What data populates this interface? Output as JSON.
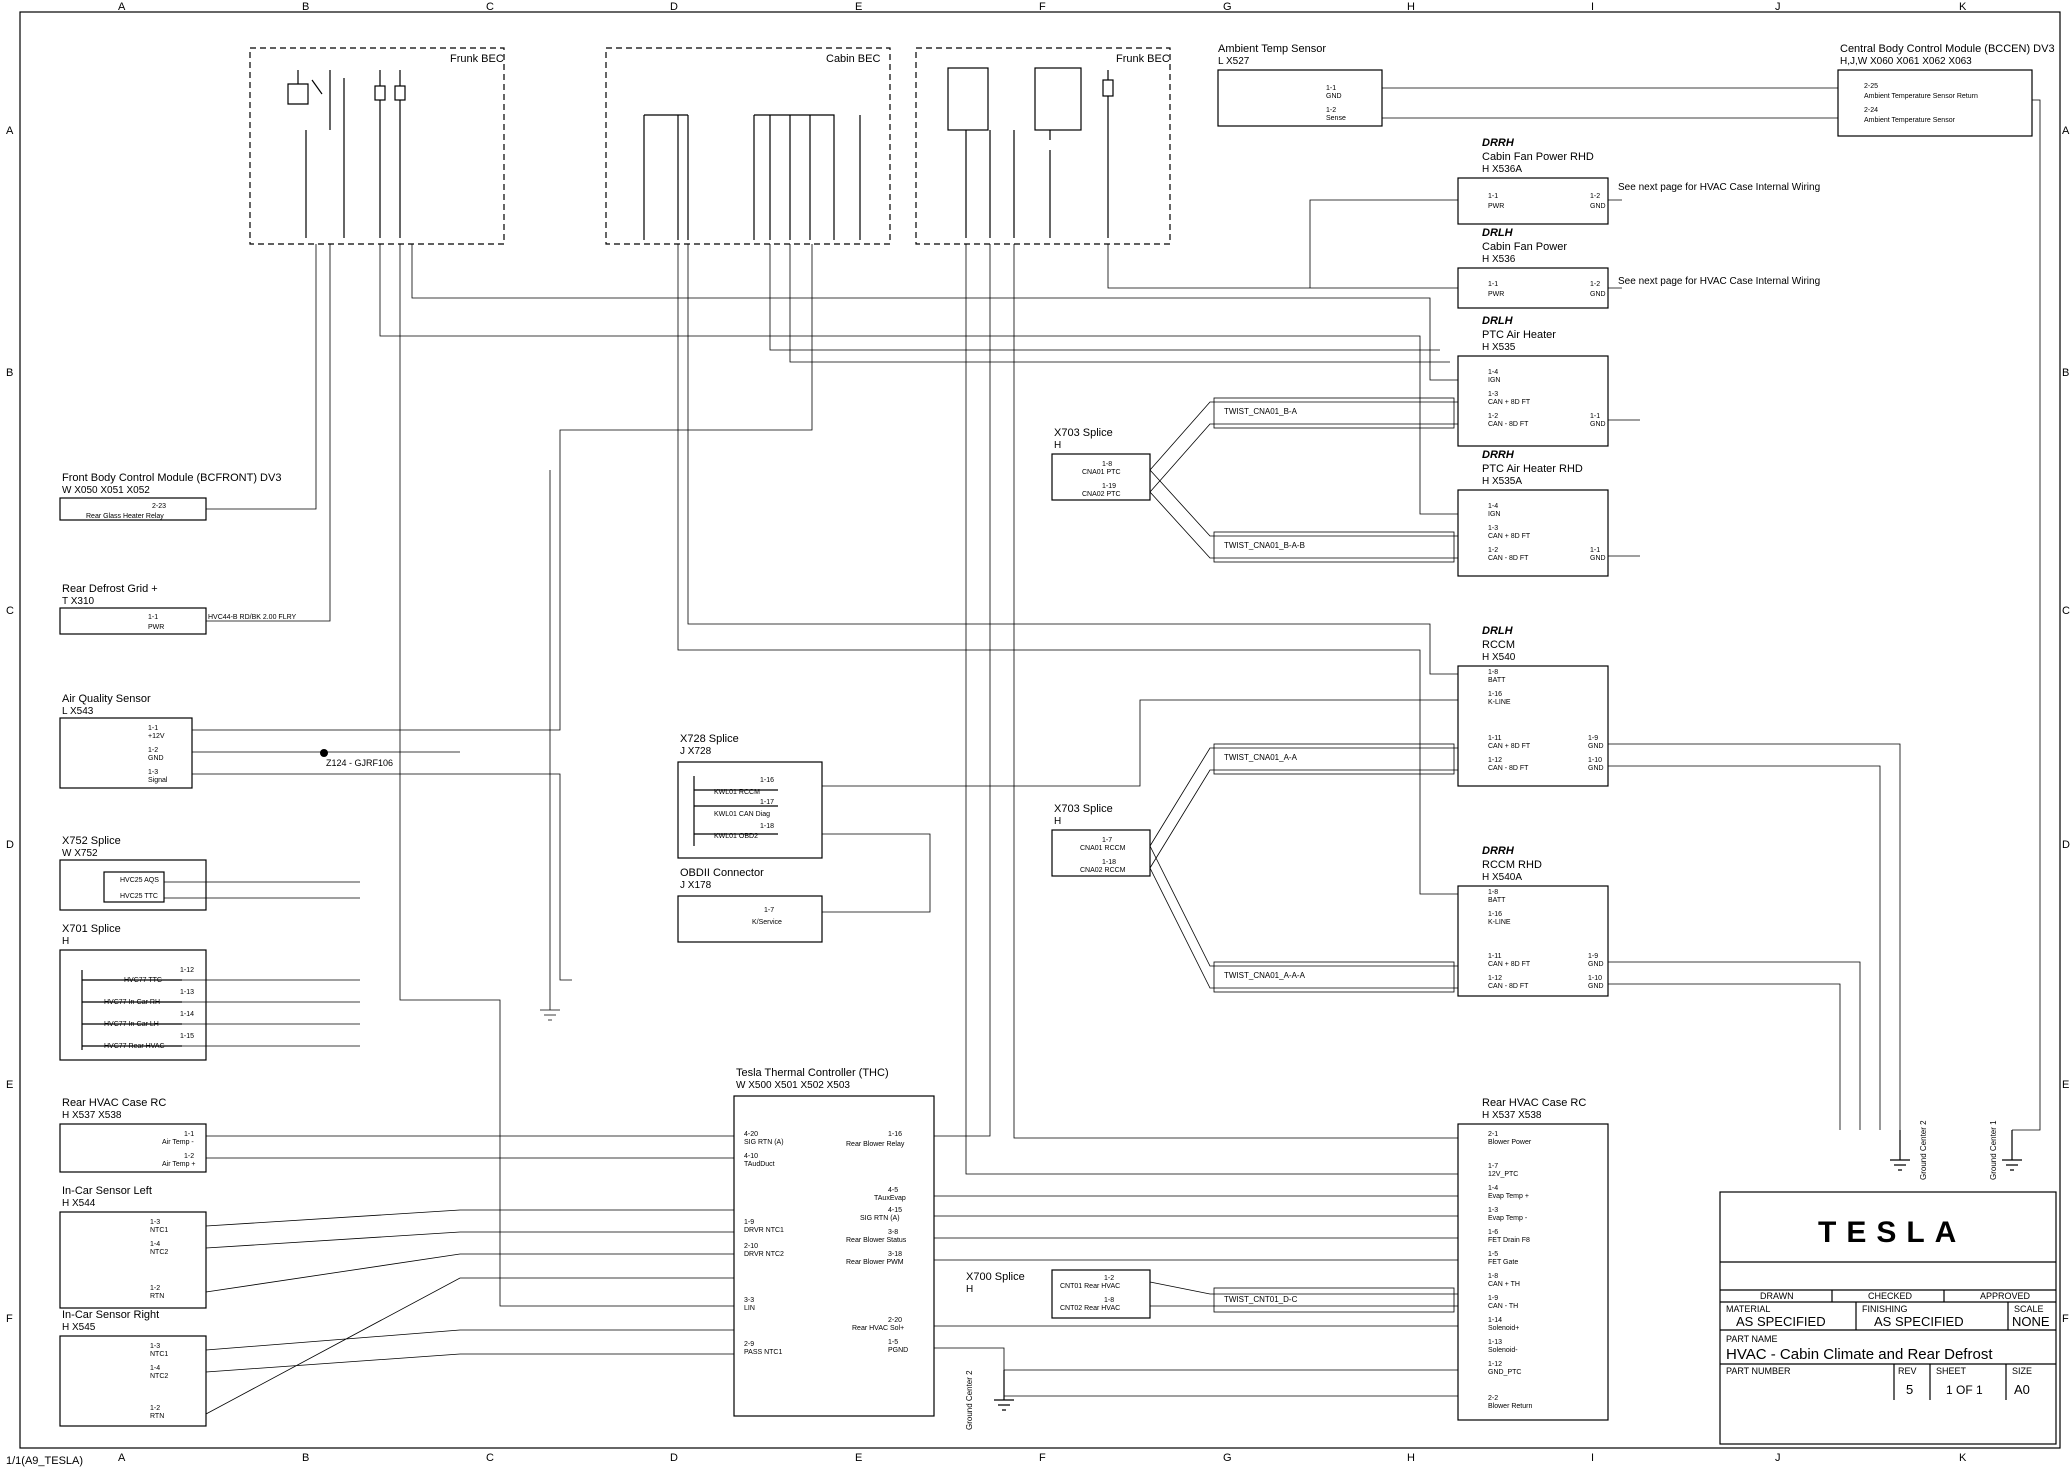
{
  "border": {
    "cols": [
      "A",
      "B",
      "C",
      "D",
      "E",
      "F",
      "G",
      "H",
      "I",
      "J",
      "K"
    ],
    "rows": [
      "A",
      "B",
      "C",
      "D",
      "E",
      "F"
    ]
  },
  "housings": {
    "frunk_bec_left": "Frunk BEC",
    "cabin_bec": "Cabin BEC",
    "frunk_bec_right": "Frunk BEC"
  },
  "left": {
    "bcfront": {
      "title": "Front Body Control Module (BCFRONT) DV3",
      "codes": "W        X050   X051   X052",
      "pin": "2-23",
      "label": "Rear Glass Heater Relay"
    },
    "defrost": {
      "title": "Rear Defrost Grid +",
      "codes": "T        X310",
      "pin": "1-1",
      "label": "PWR",
      "wire": "HVC44-B   RD/BK   2.00   FLRY"
    },
    "aq": {
      "title": "Air Quality Sensor",
      "codes": "L        X543",
      "pins": [
        "1-1",
        "1-2",
        "1-3"
      ],
      "labels": [
        "+12V",
        "GND",
        "Signal"
      ],
      "node": "Z124 - GJRF106"
    },
    "x752": {
      "title": "X752 Splice",
      "codes": "W        X752",
      "labels": [
        "HVC25 AQS",
        "HVC25 TTC"
      ]
    },
    "x701": {
      "title": "X701 Splice",
      "codes": "H",
      "pins": [
        "1-12",
        "1-13",
        "1-14",
        "1-15"
      ],
      "labels": [
        "HVC77 TTC",
        "HVC77 In-Car RH",
        "HVC77 In-Car LH",
        "HVC77 Rear HVAC"
      ]
    },
    "rear_rc": {
      "title": "Rear HVAC Case RC",
      "codes": "H        X537   X538",
      "pins": [
        "1-1",
        "1-2"
      ],
      "labels": [
        "Air Temp -",
        "Air Temp +"
      ]
    },
    "car_left": {
      "title": "In-Car Sensor Left",
      "codes": "H        X544",
      "pins": [
        "1-3",
        "1-4",
        "1-2"
      ],
      "labels": [
        "NTC1",
        "NTC2",
        "RTN"
      ]
    },
    "car_right": {
      "title": "In-Car Sensor Right",
      "codes": "H        X545",
      "pins": [
        "1-3",
        "1-4",
        "1-2"
      ],
      "labels": [
        "NTC1",
        "NTC2",
        "RTN"
      ]
    }
  },
  "middle": {
    "x728": {
      "title": "X728 Splice",
      "codes": "J        X728",
      "pins": [
        "1-16",
        "1-17",
        "1-18"
      ],
      "labels": [
        "KWL01 RCCM",
        "KWL01 CAN Diag",
        "KWL01 OBD2"
      ]
    },
    "obd": {
      "title": "OBDII Connector",
      "codes": "J        X178",
      "pin": "1-7",
      "label": "K/Service"
    },
    "thc": {
      "title": "Tesla Thermal Controller (THC)",
      "codes": "W        X500   X501   X502   X503",
      "left_pins": [
        {
          "pin": "4-20",
          "label": "SIG RTN (A)"
        },
        {
          "pin": "4-10",
          "label": "TAudDuct"
        },
        {
          "pin": "1-9",
          "label": "DRVR NTC1"
        },
        {
          "pin": "2-10",
          "label": "DRVR NTC2"
        },
        {
          "pin": "3-3",
          "label": "LIN"
        },
        {
          "pin": "2-9",
          "label": "PASS NTC1"
        }
      ],
      "right_pins": [
        {
          "pin": "1-16",
          "label": "Rear Blower Relay"
        },
        {
          "pin": "4-5",
          "label": "TAuxEvap"
        },
        {
          "pin": "4-15",
          "label": "SIG RTN (A)"
        },
        {
          "pin": "3-8",
          "label": "Rear Blower Status"
        },
        {
          "pin": "3-18",
          "label": "Rear Blower PWM"
        },
        {
          "pin": "2-20",
          "label": "Rear HVAC Sol+"
        },
        {
          "pin": "1-5",
          "label": "PGND"
        }
      ]
    },
    "x703a": {
      "title": "X703 Splice",
      "codes": "H",
      "pins": [
        "1-8",
        "1-19"
      ],
      "labels": [
        "CNA01 PTC",
        "CNA02 PTC"
      ]
    },
    "x703b": {
      "title": "X703 Splice",
      "codes": "H",
      "pins": [
        "1-7",
        "1-18"
      ],
      "labels": [
        "CNA01 RCCM",
        "CNA02 RCCM"
      ]
    },
    "x700": {
      "title": "X700 Splice",
      "codes": "H",
      "pins": [
        "1-2",
        "1-8"
      ],
      "labels": [
        "CNT01 Rear HVAC",
        "CNT02 Rear HVAC"
      ]
    },
    "gc2": "Ground Center 2"
  },
  "right": {
    "ambient": {
      "title": "Ambient Temp Sensor",
      "codes": "L        X527",
      "pins": [
        "1-1",
        "1-2"
      ],
      "labels": [
        "GND",
        "Sense"
      ]
    },
    "bccen": {
      "title": "Central Body Control Module (BCCEN) DV3",
      "codes": "H,J,W     X060   X061   X062   X063",
      "pins": [
        "2-25",
        "2-24"
      ],
      "labels": [
        "Ambient Temperature Sensor Return",
        "Ambient Temperature Sensor"
      ]
    },
    "fan_rhd": {
      "tag": "DRRH",
      "title": "Cabin Fan Power RHD",
      "codes": "H        X536A",
      "pins": [
        "1-1",
        "1-2"
      ],
      "labels": [
        "PWR",
        "GND"
      ],
      "note": "See next page for HVAC Case Internal Wiring"
    },
    "fan": {
      "tag": "DRLH",
      "title": "Cabin Fan Power",
      "codes": "H        X536",
      "pins": [
        "1-1",
        "1-2"
      ],
      "labels": [
        "PWR",
        "GND"
      ],
      "note": "See next page for HVAC Case Internal Wiring"
    },
    "ptc": {
      "tag": "DRLH",
      "title": "PTC Air Heater",
      "codes": "H        X535",
      "pins": [
        "1-4",
        "1-3",
        "1-2",
        "1-1"
      ],
      "labels": [
        "IGN",
        "CAN + 8D FT",
        "CAN - 8D FT",
        "GND"
      ]
    },
    "ptc_rhd": {
      "tag": "DRRH",
      "title": "PTC Air Heater RHD",
      "codes": "H        X535A",
      "pins": [
        "1-4",
        "1-3",
        "1-2",
        "1-1"
      ],
      "labels": [
        "IGN",
        "CAN + 8D FT",
        "CAN - 8D FT",
        "GND"
      ]
    },
    "rccm": {
      "tag": "DRLH",
      "title": "RCCM",
      "codes": "H        X540",
      "pins": [
        "1-8",
        "1-16",
        "1-11",
        "1-12",
        "1-9",
        "1-10"
      ],
      "labels": [
        "BATT",
        "K-LINE",
        "CAN + 8D FT",
        "CAN - 8D FT",
        "GND",
        "GND"
      ]
    },
    "rccm_rhd": {
      "tag": "DRRH",
      "title": "RCCM RHD",
      "codes": "H        X540A",
      "pins": [
        "1-8",
        "1-16",
        "1-11",
        "1-12",
        "1-9",
        "1-10"
      ],
      "labels": [
        "BATT",
        "K-LINE",
        "CAN + 8D FT",
        "CAN - 8D FT",
        "GND",
        "GND"
      ]
    },
    "rear_rc": {
      "title": "Rear HVAC Case RC",
      "codes": "H        X537   X538",
      "pins": [
        "2-1",
        "1-7",
        "1-4",
        "1-3",
        "1-6",
        "1-5",
        "1-8",
        "1-9",
        "1-14",
        "1-13",
        "1-12",
        "2-2"
      ],
      "labels": [
        "Blower Power",
        "12V_PTC",
        "Evap Temp +",
        "Evap Temp -",
        "FET Drain F8",
        "FET Gate",
        "CAN + TH",
        "CAN - TH",
        "Solenoid+",
        "Solenoid-",
        "GND_PTC",
        "Blower Return"
      ]
    },
    "gc1": "Ground Center 1",
    "gc2": "Ground Center 2"
  },
  "twists": [
    "TWIST_CNA01_B-A",
    "TWIST_CNA01_B-A-B",
    "TWIST_CNA01_A-A",
    "TWIST_CNA01_A-A-A",
    "TWIST_CNT01_D-C"
  ],
  "title_block": {
    "logo": "TESLA",
    "drawn": "DRAWN",
    "checked": "CHECKED",
    "approved": "APPROVED",
    "material_label": "MATERIAL",
    "material": "AS SPECIFIED",
    "finishing_label": "FINISHING",
    "finishing": "AS SPECIFIED",
    "scale_label": "SCALE",
    "scale": "NONE",
    "part_name_label": "PART NAME",
    "part_name": "HVAC - Cabin Climate and Rear Defrost",
    "part_number_label": "PART NUMBER",
    "rev_label": "REV",
    "rev": "5",
    "sheet_label": "SHEET",
    "sheet": "1 OF 1",
    "size_label": "SIZE",
    "size": "A0"
  },
  "footer": "1/1(A9_TESLA)"
}
